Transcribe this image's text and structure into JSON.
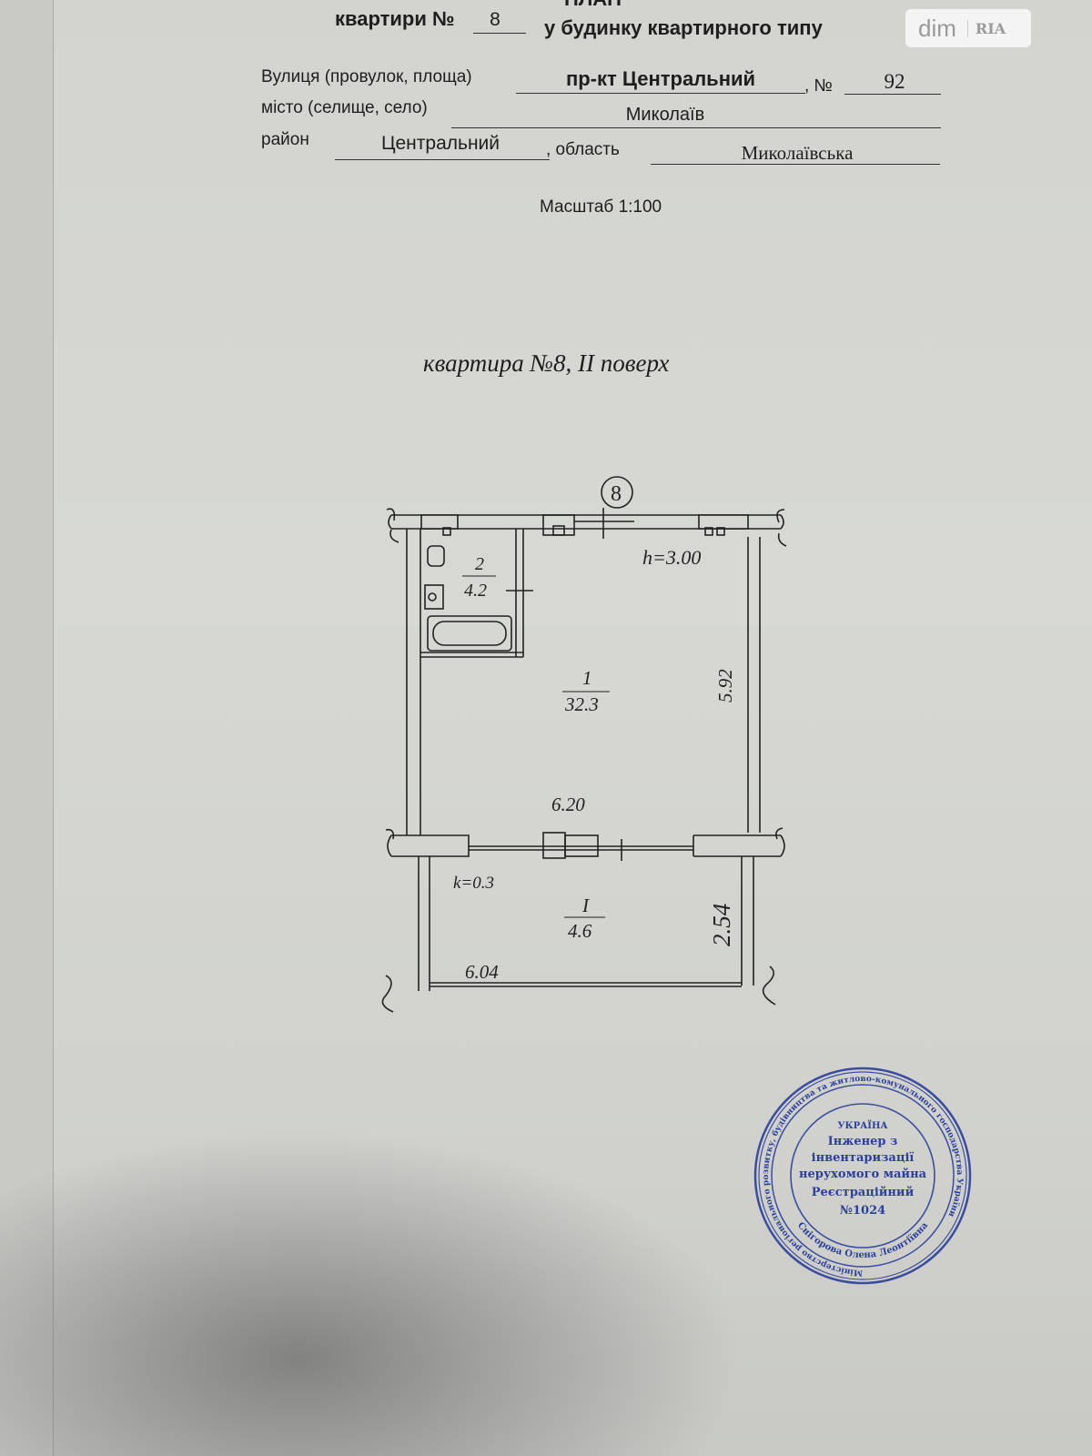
{
  "header": {
    "title_partial": "ПЛАН",
    "apartment_prefix": "квартири №",
    "apartment_number": "8",
    "building_type": "у будинку квартирного типу"
  },
  "address": {
    "street_label": "Вулиця (провулок, площа)",
    "street_value": "пр-кт Центральний",
    "number_label": ", №",
    "number_value": "92",
    "city_label": "місто (селище, село)",
    "city_value": "Миколаїв",
    "district_label": "район",
    "district_value": "Центральний",
    "region_label": ", область",
    "region_value": "Миколаївська"
  },
  "scale": "Масштаб 1:100",
  "plan": {
    "title": "квартира №8,   II поверх",
    "marker": "8",
    "height": "h=3.00",
    "rooms": [
      {
        "number": "2",
        "area": "4.2"
      },
      {
        "number": "1",
        "area": "32.3"
      },
      {
        "number": "I",
        "area": "4.6"
      }
    ],
    "dimensions": {
      "main_depth": "5.92",
      "main_width": "6.20",
      "balcony_depth": "2.54",
      "balcony_width": "6.04"
    },
    "coefficient": "k=0.3"
  },
  "stamp": {
    "outer": "Міністерство регіонального розвитку, будівництва та житлово-комунального господарства України",
    "center": [
      "УКРАЇНА",
      "Інженер з",
      "інвентаризації",
      "нерухомого майна",
      "Реєстраційний",
      "№1024"
    ],
    "name": "Снігорова Олена Леонтіївна"
  },
  "watermark": {
    "brand": "dim",
    "brand2": "RIA"
  }
}
